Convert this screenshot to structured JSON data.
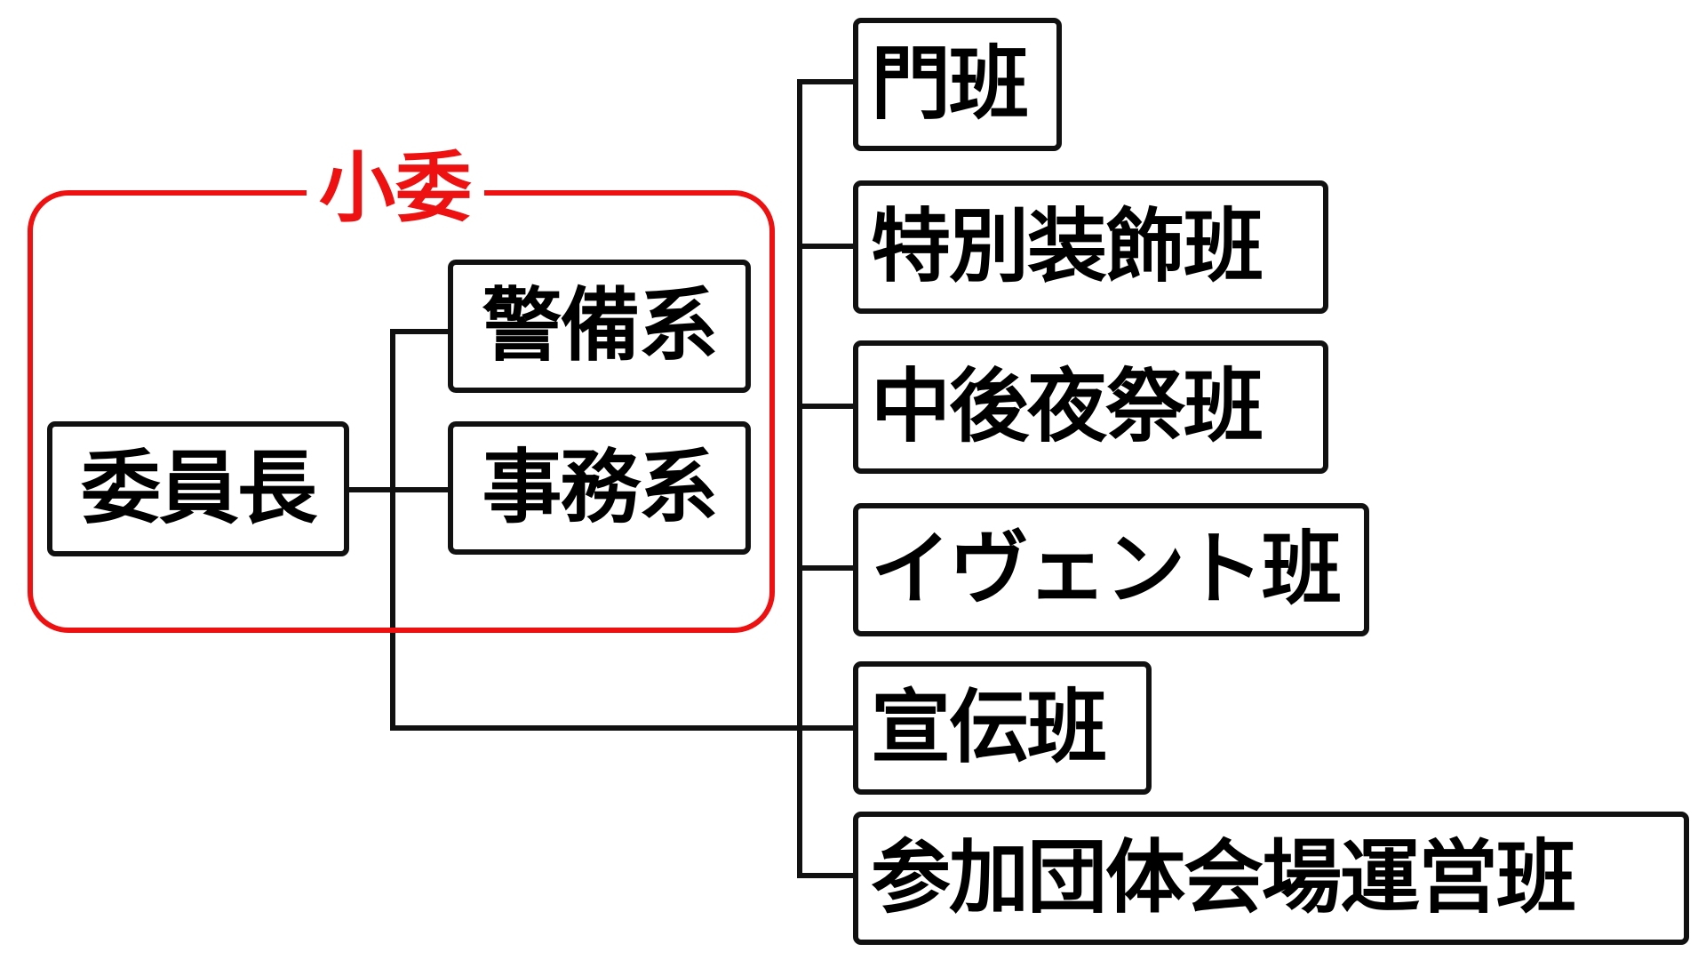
{
  "diagram": {
    "subcommittee": {
      "label": "小委",
      "color": "#ee1111"
    },
    "chair": {
      "label": "委員長"
    },
    "subcommittee_units": [
      {
        "id": "security",
        "label": "警備系"
      },
      {
        "id": "office",
        "label": "事務系"
      }
    ],
    "teams": [
      {
        "id": "gate",
        "label": "門班"
      },
      {
        "id": "special-decoration",
        "label": "特別装飾班"
      },
      {
        "id": "post-night-festival",
        "label": "中後夜祭班"
      },
      {
        "id": "event",
        "label": "イヴェント班"
      },
      {
        "id": "publicity",
        "label": "宣伝班"
      },
      {
        "id": "participant-venue",
        "label": "参加団体会場運営班"
      }
    ],
    "line_color": "#111111",
    "box_border_color": "#111111"
  }
}
